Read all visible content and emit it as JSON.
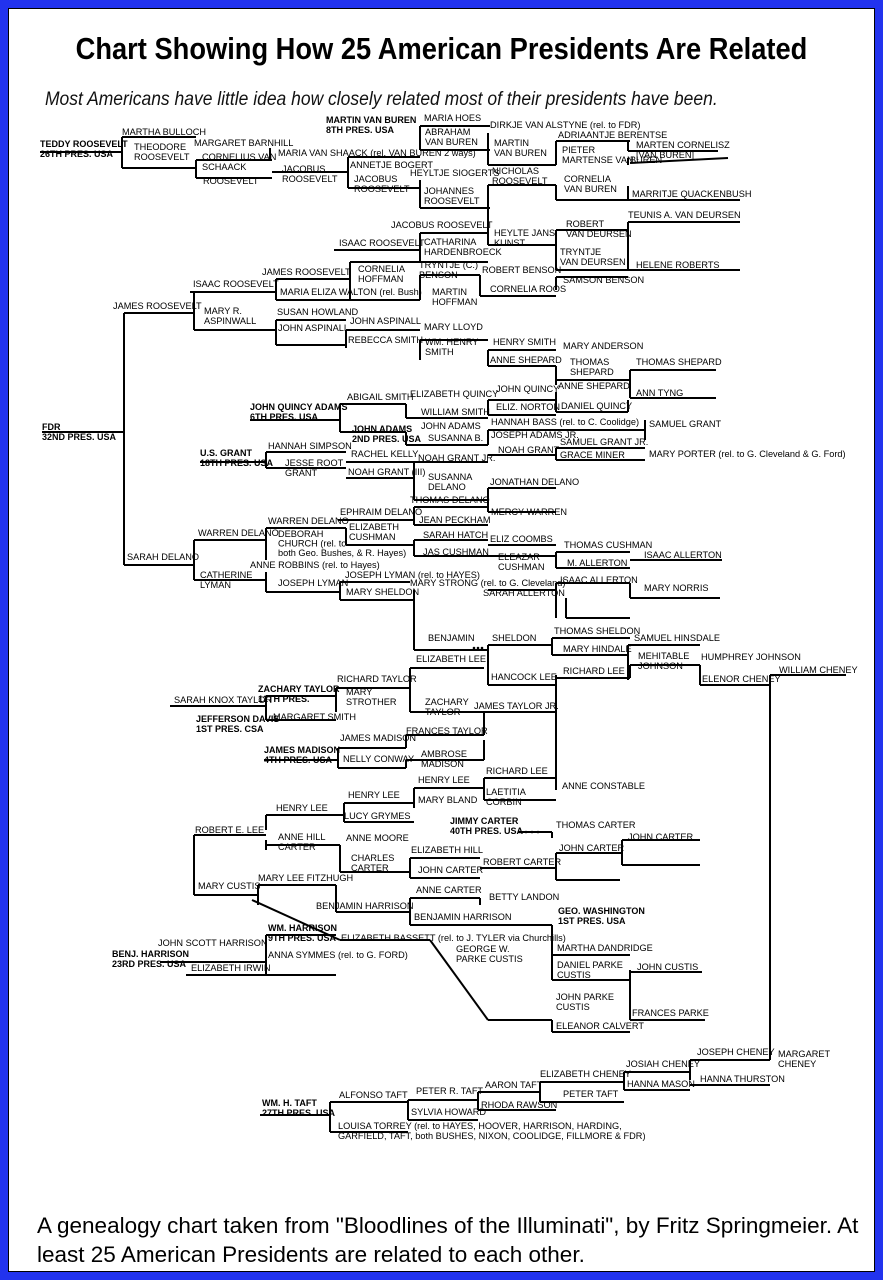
{
  "title": "Chart Showing How 25 American Presidents Are Related",
  "subtitle": "Most Americans have little idea how closely related most of their presidents have been.",
  "caption": "A genealogy chart taken from \"Bloodlines of the Illuminati\", by Fritz Springmeier. At least 25 American Presidents are related to each other.",
  "names": [
    {
      "id": "teddy-roosevelt",
      "lines": [
        "TEDDY ROOSEVELT",
        "26TH PRES. USA"
      ],
      "pres": true
    },
    {
      "id": "martha-bulloch",
      "lines": [
        "MARTHA BULLOCH"
      ]
    },
    {
      "id": "theodore-roosevelt",
      "lines": [
        "THEODORE",
        "ROOSEVELT"
      ]
    },
    {
      "id": "margaret-barnhill",
      "lines": [
        "MARGARET BARNHILL"
      ]
    },
    {
      "id": "cornelius-van-schaack",
      "lines": [
        "CORNELIUS VAN",
        "SCHAACK"
      ]
    },
    {
      "id": "roosevelt",
      "lines": [
        "ROOSEVELT"
      ]
    },
    {
      "id": "maria-van-shaack",
      "lines": [
        "MARIA VAN SHAACK (rel. VAN BUREN 2 ways)"
      ]
    },
    {
      "id": "jacobus-roosevelt-1",
      "lines": [
        "JACOBUS",
        "ROOSEVELT"
      ]
    },
    {
      "id": "martin-van-buren",
      "lines": [
        "MARTIN VAN BUREN",
        "8TH PRES. USA"
      ],
      "pres": true
    },
    {
      "id": "maria-hoes",
      "lines": [
        "MARIA HOES"
      ]
    },
    {
      "id": "abraham-van-buren",
      "lines": [
        "ABRAHAM",
        "VAN BUREN"
      ]
    },
    {
      "id": "annetje-bogert",
      "lines": [
        "ANNETJE BOGERT"
      ]
    },
    {
      "id": "jacobus-roosevelt-2",
      "lines": [
        "JACOBUS",
        "ROOSEVELT"
      ]
    },
    {
      "id": "heyltje-siogerts",
      "lines": [
        "HEYLTJE SIOGERTS"
      ]
    },
    {
      "id": "johannes-roosevelt",
      "lines": [
        "JOHANNES",
        "ROOSEVELT"
      ]
    },
    {
      "id": "dirkje-van-alstyne",
      "lines": [
        "DIRKJE VAN ALSTYNE (rel. to FDR)"
      ]
    },
    {
      "id": "martin-van-buren-2",
      "lines": [
        "MARTIN",
        "VAN BUREN"
      ]
    },
    {
      "id": "nicholas-roosevelt",
      "lines": [
        "NICHOLAS",
        "ROOSEVELT"
      ]
    },
    {
      "id": "adriaantje-berentse",
      "lines": [
        "ADRIAANTJE BERENTSE"
      ]
    },
    {
      "id": "pieter-martense-van-buren",
      "lines": [
        "PIETER",
        "MARTENSE VAN"
      ]
    },
    {
      "id": "marten-cornelisz",
      "lines": [
        "MARTEN CORNELISZ",
        "[VAN BUREN]"
      ]
    },
    {
      "id": "buren",
      "lines": [
        "BUREN"
      ]
    },
    {
      "id": "cornelia-van-buren",
      "lines": [
        "CORNELIA",
        "VAN BUREN"
      ]
    },
    {
      "id": "marritje-quackenbush",
      "lines": [
        "MARRITJE QUACKENBUSH"
      ]
    },
    {
      "id": "heyltje-jans-kunst",
      "lines": [
        "HEYLTE JANS",
        "KUNST"
      ]
    },
    {
      "id": "robert-van-deursen",
      "lines": [
        "ROBERT",
        "VAN DEURSEN"
      ]
    },
    {
      "id": "teunis-van-deursen",
      "lines": [
        "TEUNIS A. VAN DEURSEN"
      ]
    },
    {
      "id": "jacobus-roosevelt-3",
      "lines": [
        "JACOBUS ROOSEVELT"
      ]
    },
    {
      "id": "isaac-roosevelt-1",
      "lines": [
        "ISAAC ROOSEVELT"
      ]
    },
    {
      "id": "catharina-hardenbroeck",
      "lines": [
        "CATHARINA",
        "HARDENBROECK"
      ]
    },
    {
      "id": "tryntje-van-deursen",
      "lines": [
        "TRYNTJE",
        "VAN DEURSEN"
      ]
    },
    {
      "id": "helene-roberts",
      "lines": [
        "HELENE ROBERTS"
      ]
    },
    {
      "id": "james-roosevelt-1",
      "lines": [
        "JAMES ROOSEVELT"
      ]
    },
    {
      "id": "cornelia-hoffman",
      "lines": [
        "CORNELIA",
        "HOFFMAN"
      ]
    },
    {
      "id": "tryntje-benson",
      "lines": [
        "TRYNTJE (C.)",
        "BENSON"
      ]
    },
    {
      "id": "robert-benson",
      "lines": [
        "ROBERT BENSON"
      ]
    },
    {
      "id": "samson-benson",
      "lines": [
        "SAMSON BENSON"
      ]
    },
    {
      "id": "isaac-roosevelt-2",
      "lines": [
        "ISAAC ROOSEVELT"
      ]
    },
    {
      "id": "maria-eliza-walton",
      "lines": [
        "MARIA ELIZA WALTON (rel. Bush)"
      ]
    },
    {
      "id": "martin-hoffman",
      "lines": [
        "MARTIN",
        "HOFFMAN"
      ]
    },
    {
      "id": "cornelia-roos",
      "lines": [
        "CORNELIA ROOS"
      ]
    },
    {
      "id": "james-roosevelt-2",
      "lines": [
        "JAMES ROOSEVELT"
      ]
    },
    {
      "id": "mary-r-aspinwall",
      "lines": [
        "MARY R.",
        "ASPINWALL"
      ]
    },
    {
      "id": "susan-howland",
      "lines": [
        "SUSAN HOWLAND"
      ]
    },
    {
      "id": "john-aspinall-1",
      "lines": [
        "JOHN ASPINALL"
      ]
    },
    {
      "id": "john-aspinall-2",
      "lines": [
        "JOHN ASPINALL"
      ]
    },
    {
      "id": "mary-lloyd",
      "lines": [
        "MARY LLOYD"
      ]
    },
    {
      "id": "rebecca-smith",
      "lines": [
        "REBECCA SMITH"
      ]
    },
    {
      "id": "wm-henry-smith",
      "lines": [
        "WM. HENRY",
        "SMITH"
      ]
    },
    {
      "id": "henry-smith",
      "lines": [
        "HENRY SMITH"
      ]
    },
    {
      "id": "mary-anderson",
      "lines": [
        "MARY ANDERSON"
      ]
    },
    {
      "id": "anne-shepard-1",
      "lines": [
        "ANNE SHEPARD"
      ]
    },
    {
      "id": "thomas-shepard-1",
      "lines": [
        "THOMAS",
        "SHEPARD"
      ]
    },
    {
      "id": "thomas-shepard-2",
      "lines": [
        "THOMAS SHEPARD"
      ]
    },
    {
      "id": "fdr",
      "lines": [
        "FDR",
        "32ND PRES. USA"
      ],
      "pres": true
    },
    {
      "id": "john-quincy-adams",
      "lines": [
        "JOHN QUINCY ADAMS",
        "6TH PRES. USA"
      ],
      "pres": true
    },
    {
      "id": "abigail-smith",
      "lines": [
        "ABIGAIL SMITH"
      ]
    },
    {
      "id": "elizabeth-quincy",
      "lines": [
        "ELIZABETH QUINCY"
      ]
    },
    {
      "id": "john-quincy",
      "lines": [
        "JOHN QUINCY"
      ]
    },
    {
      "id": "anne-shepard-2",
      "lines": [
        "ANNE SHEPARD"
      ]
    },
    {
      "id": "ann-tyng",
      "lines": [
        "ANN TYNG"
      ]
    },
    {
      "id": "william-smith",
      "lines": [
        "WILLIAM SMITH"
      ]
    },
    {
      "id": "eliz-norton",
      "lines": [
        "ELIZ. NORTON"
      ]
    },
    {
      "id": "daniel-quincy",
      "lines": [
        "DANIEL QUINCY"
      ]
    },
    {
      "id": "john-adams-pres",
      "lines": [
        "JOHN ADAMS",
        "2ND PRES. USA"
      ],
      "pres": true
    },
    {
      "id": "john-adams",
      "lines": [
        "JOHN ADAMS"
      ]
    },
    {
      "id": "hannah-bass",
      "lines": [
        "HANNAH BASS (rel. to C. Coolidge)"
      ]
    },
    {
      "id": "susanna-b",
      "lines": [
        "SUSANNA B."
      ]
    },
    {
      "id": "joseph-adams-jr",
      "lines": [
        "JOSEPH ADAMS JR."
      ]
    },
    {
      "id": "samuel-grant",
      "lines": [
        "SAMUEL GRANT"
      ]
    },
    {
      "id": "us-grant",
      "lines": [
        "U.S. GRANT",
        "18TH PRES. USA"
      ],
      "pres": true
    },
    {
      "id": "hannah-simpson",
      "lines": [
        "HANNAH SIMPSON"
      ]
    },
    {
      "id": "rachel-kelly",
      "lines": [
        "RACHEL KELLY"
      ]
    },
    {
      "id": "noah-grant",
      "lines": [
        "NOAH GRANT"
      ]
    },
    {
      "id": "samuel-grant-jr",
      "lines": [
        "SAMUEL GRANT JR."
      ]
    },
    {
      "id": "mary-porter",
      "lines": [
        "MARY PORTER (rel. to G. Cleveland & G. Ford)"
      ]
    },
    {
      "id": "jesse-root-grant",
      "lines": [
        "JESSE ROOT",
        "GRANT"
      ]
    },
    {
      "id": "noah-grant-jr",
      "lines": [
        "NOAH GRANT JR."
      ]
    },
    {
      "id": "grace-miner",
      "lines": [
        "GRACE MINER"
      ]
    },
    {
      "id": "noah-grant-iii",
      "lines": [
        "NOAH GRANT (III)"
      ]
    },
    {
      "id": "susanna-delano",
      "lines": [
        "SUSANNA",
        "DELANO"
      ]
    },
    {
      "id": "jonathan-delano",
      "lines": [
        "JONATHAN DELANO"
      ]
    },
    {
      "id": "thomas-delano",
      "lines": [
        "THOMAS DELANO"
      ]
    },
    {
      "id": "ephraim-delano",
      "lines": [
        "EPHRAIM DELANO"
      ]
    },
    {
      "id": "jean-peckham",
      "lines": [
        "JEAN PECKHAM"
      ]
    },
    {
      "id": "mercy-warren",
      "lines": [
        "MERCY WARREN"
      ]
    },
    {
      "id": "warren-delano-1",
      "lines": [
        "WARREN DELANO"
      ]
    },
    {
      "id": "warren-delano-2",
      "lines": [
        "WARREN DELANO"
      ]
    },
    {
      "id": "elizabeth-cushman",
      "lines": [
        "ELIZABETH",
        "CUSHMAN"
      ]
    },
    {
      "id": "sarah-hatch",
      "lines": [
        "SARAH HATCH"
      ]
    },
    {
      "id": "eliz-coombs",
      "lines": [
        "ELIZ  COOMBS"
      ]
    },
    {
      "id": "deborah-church",
      "lines": [
        "DEBORAH",
        "CHURCH (rel. to",
        "both Geo. Bushes, & R. Hayes)"
      ]
    },
    {
      "id": "jas-cushman",
      "lines": [
        "JAS CUSHMAN"
      ]
    },
    {
      "id": "eleazar-cushman",
      "lines": [
        "ELEAZAR",
        "CUSHMAN"
      ]
    },
    {
      "id": "thomas-cushman",
      "lines": [
        "THOMAS CUSHMAN"
      ]
    },
    {
      "id": "sarah-delano",
      "lines": [
        "SARAH DELANO"
      ]
    },
    {
      "id": "anne-robbins",
      "lines": [
        "ANNE ROBBINS (rel. to Hayes)"
      ]
    },
    {
      "id": "m-allerton",
      "lines": [
        "M.  ALLERTON"
      ]
    },
    {
      "id": "isaac-allerton-1",
      "lines": [
        "ISAAC ALLERTON"
      ]
    },
    {
      "id": "catherine-lyman",
      "lines": [
        "CATHERINE",
        "LYMAN"
      ]
    },
    {
      "id": "joseph-lyman-1",
      "lines": [
        "JOSEPH LYMAN"
      ]
    },
    {
      "id": "joseph-lyman-2",
      "lines": [
        "JOSEPH LYMAN (rel. to HAYES)"
      ]
    },
    {
      "id": "mary-strong",
      "lines": [
        "MARY STRONG (rel. to G. Cleveland)"
      ]
    },
    {
      "id": "isaac-allerton-2",
      "lines": [
        "ISAAC ALLERTON"
      ]
    },
    {
      "id": "mary-sheldon",
      "lines": [
        "MARY SHELDON"
      ]
    },
    {
      "id": "sarah-allerton",
      "lines": [
        "SARAH ALLERTON"
      ]
    },
    {
      "id": "mary-norris",
      "lines": [
        "MARY NORRIS"
      ]
    },
    {
      "id": "benjamin",
      "lines": [
        "BENJAMIN"
      ]
    },
    {
      "id": "sheldon",
      "lines": [
        "SHELDON"
      ]
    },
    {
      "id": "thomas-sheldon",
      "lines": [
        "THOMAS SHELDON"
      ]
    },
    {
      "id": "samuel-hinsdale",
      "lines": [
        "SAMUEL HINSDALE"
      ]
    },
    {
      "id": "mary-hindale",
      "lines": [
        "MARY HINDALE"
      ]
    },
    {
      "id": "humphrey-johnson",
      "lines": [
        "HUMPHREY JOHNSON"
      ]
    },
    {
      "id": "mehitable-johnson",
      "lines": [
        "MEHITABLE",
        "JOHNSON"
      ]
    },
    {
      "id": "william-cheney",
      "lines": [
        "WILLIAM CHENEY"
      ]
    },
    {
      "id": "elizabeth-lee",
      "lines": [
        "ELIZABETH LEE"
      ]
    },
    {
      "id": "richard-lee-1",
      "lines": [
        "RICHARD LEE"
      ]
    },
    {
      "id": "elenor-cheney",
      "lines": [
        "ELENOR CHENEY"
      ]
    },
    {
      "id": "hancock-lee",
      "lines": [
        "HANCOCK LEE"
      ]
    },
    {
      "id": "zachary-taylor-pres",
      "lines": [
        "ZACHARY TAYLOR",
        "12TH PRES."
      ],
      "pres": true
    },
    {
      "id": "richard-taylor",
      "lines": [
        "RICHARD TAYLOR"
      ]
    },
    {
      "id": "sarah-knox-taylor",
      "lines": [
        "SARAH KNOX TAYLOR"
      ]
    },
    {
      "id": "mary-strother",
      "lines": [
        "MARY",
        "STROTHER"
      ]
    },
    {
      "id": "jefferson-davis",
      "lines": [
        "JEFFERSON DAVIS",
        "1ST PRES. CSA"
      ],
      "pres": true
    },
    {
      "id": "margaret-smith",
      "lines": [
        "MARGARET SMITH"
      ]
    },
    {
      "id": "zachary-taylor",
      "lines": [
        "ZACHARY",
        "TAYLOR"
      ]
    },
    {
      "id": "james-taylor-jr",
      "lines": [
        "JAMES TAYLOR JR."
      ]
    },
    {
      "id": "frances-taylor",
      "lines": [
        "FRANCES TAYLOR"
      ]
    },
    {
      "id": "james-madison-pres",
      "lines": [
        "JAMES MADISON",
        "4TH PRES. USA"
      ],
      "pres": true
    },
    {
      "id": "james-madison",
      "lines": [
        "JAMES MADISON"
      ]
    },
    {
      "id": "nelly-conway",
      "lines": [
        "NELLY CONWAY"
      ]
    },
    {
      "id": "ambrose-madison",
      "lines": [
        "AMBROSE",
        "MADISON"
      ]
    },
    {
      "id": "richard-lee-2",
      "lines": [
        "RICHARD LEE"
      ]
    },
    {
      "id": "henry-lee-1",
      "lines": [
        "HENRY LEE"
      ]
    },
    {
      "id": "henry-lee-2",
      "lines": [
        "HENRY LEE"
      ]
    },
    {
      "id": "mary-bland",
      "lines": [
        "MARY BLAND"
      ]
    },
    {
      "id": "laetitia-corbin",
      "lines": [
        "LAETITIA",
        "CORBIN"
      ]
    },
    {
      "id": "anne-constable",
      "lines": [
        "ANNE CONSTABLE"
      ]
    },
    {
      "id": "henry-lee-3",
      "lines": [
        "HENRY LEE"
      ]
    },
    {
      "id": "lucy-grymes",
      "lines": [
        "LUCY GRYMES"
      ]
    },
    {
      "id": "jimmy-carter",
      "lines": [
        "JIMMY CARTER",
        "40TH PRES. USA"
      ],
      "pres": true
    },
    {
      "id": "thomas-carter",
      "lines": [
        "THOMAS CARTER"
      ]
    },
    {
      "id": "robert-e-lee",
      "lines": [
        "ROBERT E. LEE"
      ]
    },
    {
      "id": "anne-hill-carter",
      "lines": [
        "ANNE HILL",
        "CARTER"
      ]
    },
    {
      "id": "anne-moore",
      "lines": [
        "ANNE MOORE"
      ]
    },
    {
      "id": "john-carter-1",
      "lines": [
        "JOHN CARTER"
      ]
    },
    {
      "id": "elizabeth-hill",
      "lines": [
        "ELIZABETH HILL"
      ]
    },
    {
      "id": "john-carter-2",
      "lines": [
        "JOHN CARTER"
      ]
    },
    {
      "id": "charles-carter",
      "lines": [
        "CHARLES",
        "CARTER"
      ]
    },
    {
      "id": "robert-carter",
      "lines": [
        "ROBERT CARTER"
      ]
    },
    {
      "id": "john-carter-3",
      "lines": [
        "JOHN CARTER"
      ]
    },
    {
      "id": "mary-lee-fitzhugh",
      "lines": [
        "MARY LEE FITZHUGH"
      ]
    },
    {
      "id": "mary-custis",
      "lines": [
        "MARY CUSTIS"
      ]
    },
    {
      "id": "anne-carter",
      "lines": [
        "ANNE CARTER"
      ]
    },
    {
      "id": "betty-landon",
      "lines": [
        "BETTY LANDON"
      ]
    },
    {
      "id": "benjamin-harrison-1",
      "lines": [
        "BENJAMIN HARRISON"
      ]
    },
    {
      "id": "benjamin-harrison-2",
      "lines": [
        "BENJAMIN HARRISON"
      ]
    },
    {
      "id": "geo-washington",
      "lines": [
        "GEO. WASHINGTON",
        "1ST PRES. USA"
      ],
      "pres": true
    },
    {
      "id": "wm-harrison",
      "lines": [
        "WM. HARRISON",
        "9TH PRES. USA"
      ],
      "pres": true
    },
    {
      "id": "elizabeth-bassett",
      "lines": [
        "ELIZABETH BASSETT (rel. to J. TYLER via Churchills)"
      ]
    },
    {
      "id": "john-scott-harrison",
      "lines": [
        "JOHN SCOTT HARRISON"
      ]
    },
    {
      "id": "benj-harrison",
      "lines": [
        "BENJ. HARRISON",
        "23RD PRES. USA"
      ],
      "pres": true
    },
    {
      "id": "anna-symmes",
      "lines": [
        "ANNA SYMMES (rel. to G. FORD)"
      ]
    },
    {
      "id": "elizabeth-irwin",
      "lines": [
        "ELIZABETH IRWIN"
      ]
    },
    {
      "id": "martha-dandridge",
      "lines": [
        "MARTHA DANDRIDGE"
      ]
    },
    {
      "id": "john-custis",
      "lines": [
        "JOHN CUSTIS"
      ]
    },
    {
      "id": "daniel-parke-custis",
      "lines": [
        "DANIEL PARKE",
        "CUSTIS"
      ]
    },
    {
      "id": "george-w-parke-custis",
      "lines": [
        "GEORGE W.",
        "PARKE CUSTIS"
      ]
    },
    {
      "id": "john-parke-custis",
      "lines": [
        "JOHN PARKE",
        "CUSTIS"
      ]
    },
    {
      "id": "frances-parke",
      "lines": [
        "FRANCES PARKE"
      ]
    },
    {
      "id": "eleanor-calvert",
      "lines": [
        "ELEANOR CALVERT"
      ]
    },
    {
      "id": "joseph-cheney",
      "lines": [
        "JOSEPH CHENEY"
      ]
    },
    {
      "id": "margaret-cheney",
      "lines": [
        "MARGARET",
        "CHENEY"
      ]
    },
    {
      "id": "josiah-cheney",
      "lines": [
        "JOSIAH CHENEY"
      ]
    },
    {
      "id": "elizabeth-cheney",
      "lines": [
        "ELIZABETH CHENEY"
      ]
    },
    {
      "id": "hanna-mason",
      "lines": [
        "HANNA MASON"
      ]
    },
    {
      "id": "hanna-thurston",
      "lines": [
        "HANNA THURSTON"
      ]
    },
    {
      "id": "aaron-taft",
      "lines": [
        "AARON TAFT"
      ]
    },
    {
      "id": "peter-r-taft",
      "lines": [
        "PETER R. TAFT"
      ]
    },
    {
      "id": "peter-taft",
      "lines": [
        "PETER TAFT"
      ]
    },
    {
      "id": "alfonso-taft",
      "lines": [
        "ALFONSO TAFT"
      ]
    },
    {
      "id": "wm-h-taft",
      "lines": [
        "WM. H. TAFT",
        "27TH PRES. USA"
      ],
      "pres": true
    },
    {
      "id": "rhoda-rawson",
      "lines": [
        "RHODA RAWSON"
      ]
    },
    {
      "id": "sylvia-howard",
      "lines": [
        "SYLVIA HOWARD"
      ]
    },
    {
      "id": "louisa-torrey",
      "lines": [
        "LOUISA TORREY (rel. to HAYES, HOOVER, HARRISON, HARDING,",
        "GARFIELD, TAFT, both BUSHES, NIXON, COOLIDGE, FILLMORE & FDR)"
      ]
    }
  ]
}
